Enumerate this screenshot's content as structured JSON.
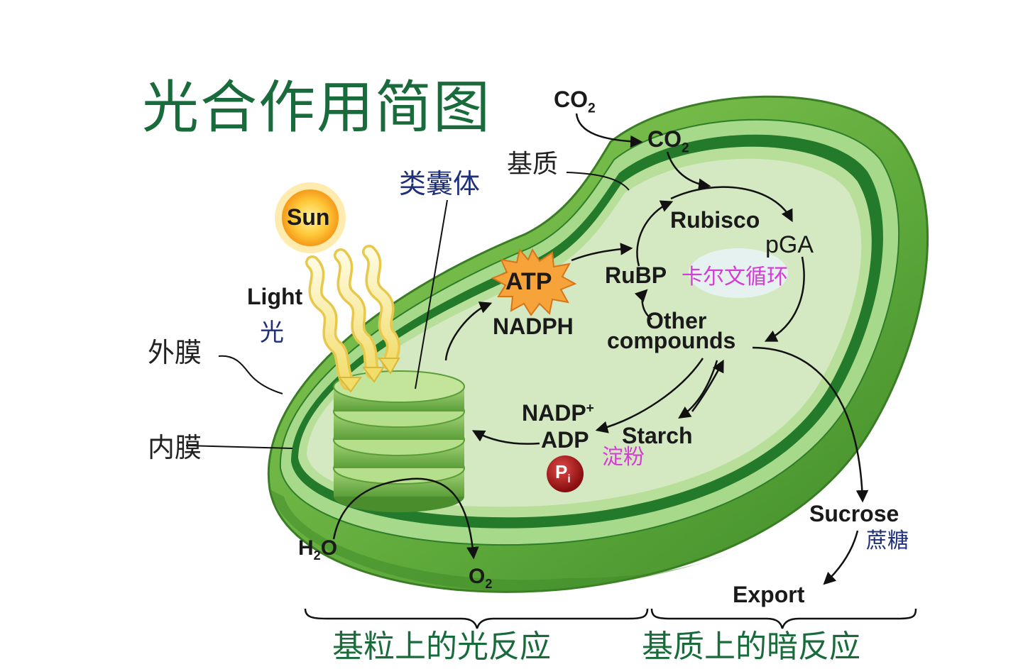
{
  "title": "光合作用简图",
  "labels": {
    "co2_outside": "CO",
    "co2_inside": "CO",
    "co2_subscript": "2",
    "stroma": "基质",
    "thylakoid": "类囊体",
    "sun": "Sun",
    "light": "Light",
    "light_cn": "光",
    "outer_membrane": "外膜",
    "inner_membrane": "内膜",
    "rubisco": "Rubisco",
    "pga": "pGA",
    "rubp": "RuBP",
    "calvin_cycle": "卡尔文循环",
    "other": "Other",
    "compounds": "compounds",
    "atp": "ATP",
    "nadph": "NADPH",
    "nadp": "NADP",
    "nadp_sup": "+",
    "adp": "ADP",
    "pi": "P",
    "pi_sub": "i",
    "starch": "Starch",
    "starch_cn": "淀粉",
    "h2o_h": "H",
    "h2o_sub": "2",
    "h2o_o": "O",
    "o2": "O",
    "o2_sub": "2",
    "sucrose": "Sucrose",
    "sucrose_cn": "蔗糖",
    "export": "Export"
  },
  "bottom": {
    "light_reaction": "基粒上的光反应",
    "dark_reaction": "基质上的暗反应"
  },
  "colors": {
    "title": "#1a6b3c",
    "outer_green": "#5da83a",
    "dark_green": "#2e7d2a",
    "stroma_fill": "#d4e8c2",
    "pink_label": "#d63cd6",
    "blue_label": "#1f2f7a"
  }
}
